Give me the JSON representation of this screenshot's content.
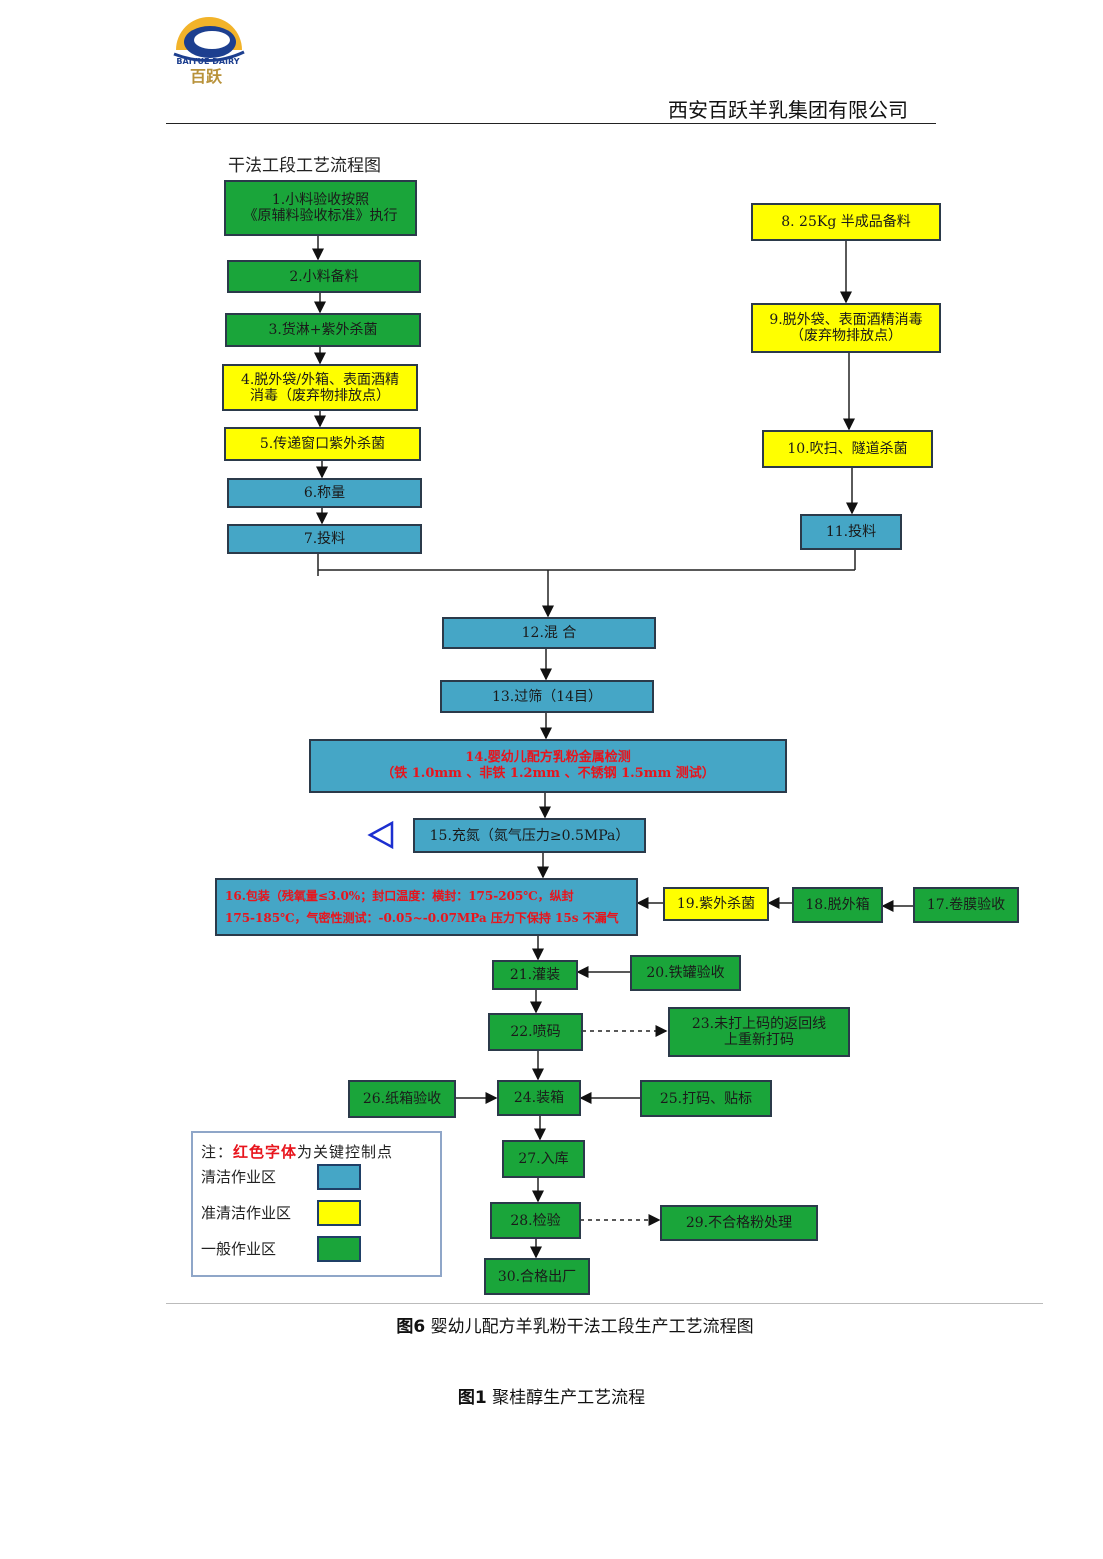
{
  "header": {
    "logo_text_en": "BAIYUE DAIRY",
    "logo_text_cn": "百跃",
    "company": "西安百跃羊乳集团有限公司"
  },
  "diagram": {
    "title": "干法工段工艺流程图",
    "steps": {
      "s1": [
        "1.小料验收按照",
        "《原辅料验收标准》执行"
      ],
      "s2": "2.小料备料",
      "s3": "3.货淋+紫外杀菌",
      "s4": [
        "4.脱外袋/外箱、表面酒精",
        "消毒（废弃物排放点）"
      ],
      "s5": "5.传递窗口紫外杀菌",
      "s6": "6.称量",
      "s7": "7.投料",
      "s8": "8. 25Kg 半成品备料",
      "s9": [
        "9.脱外袋、表面酒精消毒",
        "（废弃物排放点）"
      ],
      "s10": "10.吹扫、隧道杀菌",
      "s11": "11.投料",
      "s12": "12.混 合",
      "s13": "13.过筛（14目）",
      "s14": [
        "14.婴幼儿配方乳粉金属检测",
        "（铁 1.0mm 、非铁 1.2mm 、不锈钢 1.5mm 测试）"
      ],
      "s15": "15.充氮（氮气压力≥0.5MPa）",
      "s16": [
        "16.包装（残氧量≤3.0%；封口温度：横封：175-205℃，纵封",
        "175-185℃，气密性测试：-0.05~-0.07MPa 压力下保持 15s 不漏气"
      ],
      "s17": "17.卷膜验收",
      "s18": "18.脱外箱",
      "s19": "19.紫外杀菌",
      "s20": "20.铁罐验收",
      "s21": "21.灌装",
      "s22": "22.喷码",
      "s23": [
        "23.未打上码的返回线",
        "上重新打码"
      ],
      "s24": "24.装箱",
      "s25": "25.打码、贴标",
      "s26": "26.纸箱验收",
      "s27": "27.入库",
      "s28": "28.检验",
      "s29": "29.不合格粉处理",
      "s30": "30.合格出厂"
    },
    "legend": {
      "note_prefix": "注：",
      "note_red": "红色字体",
      "note_suffix": "为关键控制点",
      "clean": "清洁作业区",
      "semi_clean": "准清洁作业区",
      "general": "一般作业区"
    },
    "colors": {
      "clean": "#45a6c6",
      "semi_clean": "#ffff00",
      "general": "#1aa53a",
      "key": "#e8141c"
    }
  },
  "captions": {
    "fig6_prefix": "图6",
    "fig6": " 婴幼儿配方羊乳粉干法工段生产工艺流程图",
    "fig1_prefix": "图1",
    "fig1": " 聚桂醇生产工艺流程"
  }
}
